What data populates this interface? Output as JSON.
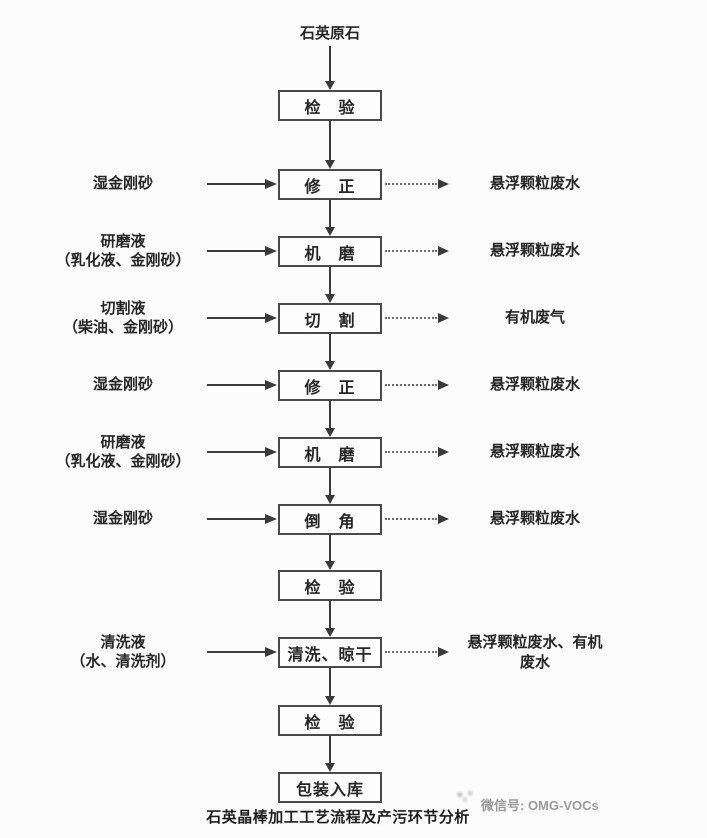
{
  "page": {
    "background": "#fcfcfc",
    "ink_color": "#262626",
    "box_border_color": "#4a4a4a",
    "arrow_color": "#3a3a3a",
    "dotted_arrow_color": "#6e6e6e",
    "watermark_color": "#9a9a9a"
  },
  "flowchart": {
    "source": "石英原石",
    "caption": "石英晶棒加工工艺流程及产污环节分析",
    "watermark": {
      "icon": "blurred-logo",
      "text": "微信号: OMG-VOCs"
    },
    "steps": [
      {
        "label": "检　验"
      },
      {
        "label": "修　正",
        "input_lines": [
          "湿金刚砂"
        ],
        "output_lines": [
          "悬浮颗粒废水"
        ]
      },
      {
        "label": "机　磨",
        "input_lines": [
          "研磨液",
          "（乳化液、金刚砂）"
        ],
        "output_lines": [
          "悬浮颗粒废水"
        ]
      },
      {
        "label": "切　割",
        "input_lines": [
          "切割液",
          "（柴油、金刚砂）"
        ],
        "output_lines": [
          "有机废气"
        ]
      },
      {
        "label": "修　正",
        "input_lines": [
          "湿金刚砂"
        ],
        "output_lines": [
          "悬浮颗粒废水"
        ]
      },
      {
        "label": "机　磨",
        "input_lines": [
          "研磨液",
          "（乳化液、金刚砂）"
        ],
        "output_lines": [
          "悬浮颗粒废水"
        ]
      },
      {
        "label": "倒　角",
        "input_lines": [
          "湿金刚砂"
        ],
        "output_lines": [
          "悬浮颗粒废水"
        ]
      },
      {
        "label": "检　验"
      },
      {
        "label": "清洗、晾干",
        "input_lines": [
          "清洗液",
          "（水、清洗剂）"
        ],
        "output_lines": [
          "悬浮颗粒废水、有机",
          "废水"
        ]
      },
      {
        "label": "检　验"
      },
      {
        "label": "包装入库"
      }
    ]
  }
}
